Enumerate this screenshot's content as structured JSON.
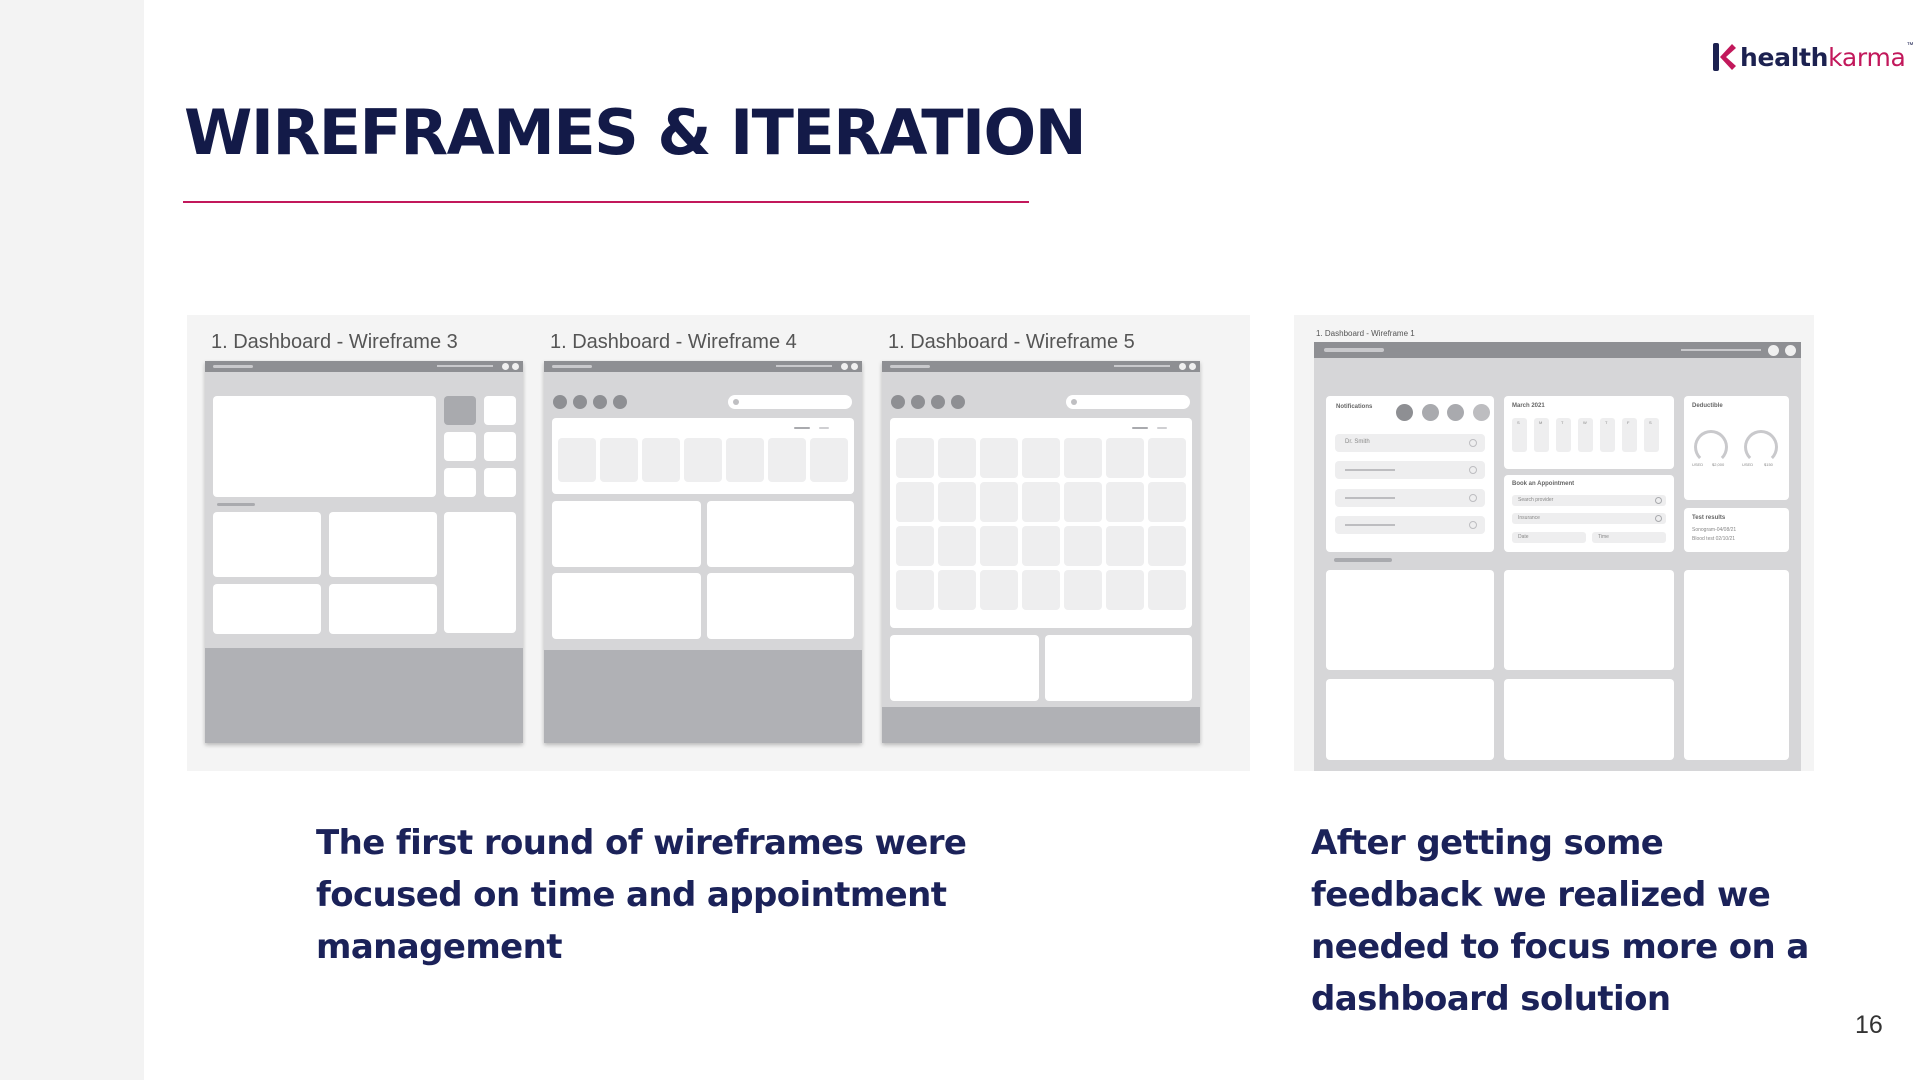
{
  "brand": {
    "name_part1": "health",
    "name_part2": "karma",
    "trademark": "™",
    "primary_color": "#1c2150",
    "accent_color": "#c2185b"
  },
  "slide": {
    "title": "WIREFRAMES & ITERATION",
    "page_number": "16"
  },
  "wireframes": [
    {
      "label": "1. Dashboard - Wireframe 3"
    },
    {
      "label": "1. Dashboard - Wireframe 4"
    },
    {
      "label": "1. Dashboard - Wireframe 5"
    }
  ],
  "wireframe_1": {
    "label": "1. Dashboard - Wireframe 1",
    "notifications": {
      "title": "Notifications",
      "first_item": "Dr. Smith"
    },
    "calendar": {
      "title": "March 2021",
      "days": [
        "S",
        "M",
        "T",
        "W",
        "T",
        "F",
        "S"
      ]
    },
    "appointment": {
      "title": "Book an Appointment",
      "search_placeholder": "Search provider",
      "insurance_placeholder": "Insurance",
      "date_placeholder": "Date",
      "time_placeholder": "Time"
    },
    "deductible": {
      "title": "Deductible",
      "left_gauge_used": "USED",
      "left_gauge_amount": "$2,000",
      "right_gauge_used": "USED",
      "right_gauge_amount": "$150"
    },
    "test_results": {
      "title": "Test results",
      "items": [
        "Sonogram-04/08/21",
        "Blood test 02/10/21"
      ]
    }
  },
  "captions": {
    "left": "The first round of wireframes were focused on time and appointment management",
    "right": "After getting some feedback we realized we needed to focus more on a dashboard solution"
  }
}
